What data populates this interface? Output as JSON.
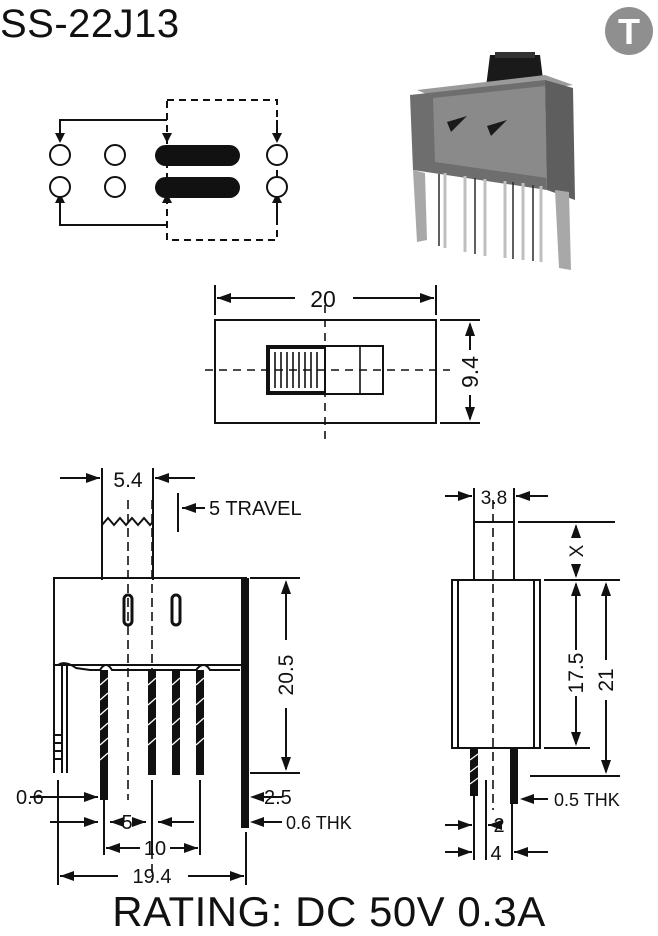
{
  "header": {
    "title": "SS-22J13",
    "brand_logo_letter": "T"
  },
  "top_view": {
    "width_label": "20",
    "height_label": "9.4"
  },
  "front_view": {
    "actuator_width": "5.4",
    "travel_label": "5 TRAVEL",
    "body_height": "20.5",
    "pin_width": "0.6",
    "pin_pitch": "5",
    "pin_span": "10",
    "overall_width": "19.4",
    "bracket_offset": "2.5",
    "bracket_thickness": "0.6 THK"
  },
  "side_view": {
    "actuator_width": "3.8",
    "actuator_height": "X",
    "body_height": "17.5",
    "overall_height": "21",
    "pin_spacing": "2",
    "bracket_spacing": "4",
    "bracket_thickness": "0.5 THK"
  },
  "footer": {
    "rating": "RATING: DC 50V 0.3A"
  },
  "colors": {
    "ink": "#111111",
    "logo_fill": "#8f8f8f",
    "photo_body": "#7b7b7b",
    "background": "#ffffff"
  }
}
